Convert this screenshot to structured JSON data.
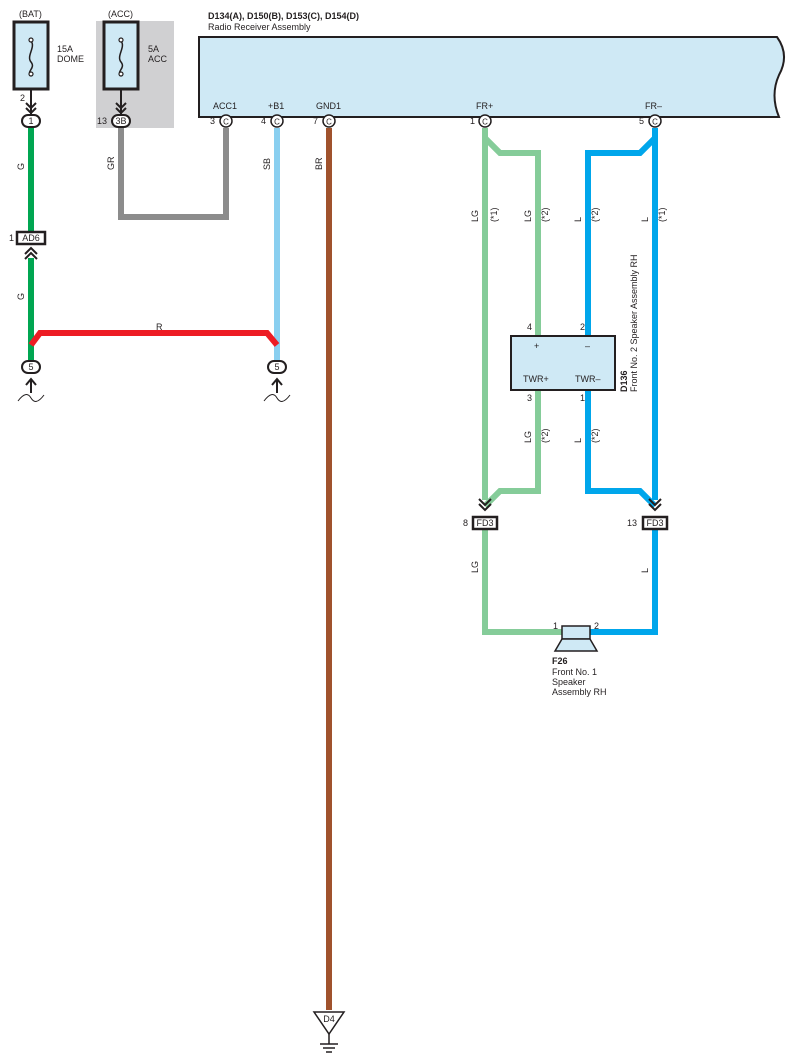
{
  "fuses": {
    "bat": {
      "source": "(BAT)",
      "rating": "15A",
      "name": "DOME",
      "pin": "2",
      "terminal": "1"
    },
    "acc": {
      "source": "(ACC)",
      "rating": "5A",
      "name": "ACC",
      "pin": "13",
      "terminal": "3B"
    }
  },
  "radio": {
    "connectors": "D134(A), D150(B), D153(C), D154(D)",
    "name": "Radio Receiver Assembly",
    "pins": [
      {
        "num": "3",
        "label": "ACC1",
        "conn": "C"
      },
      {
        "num": "4",
        "label": "+B1",
        "conn": "C"
      },
      {
        "num": "7",
        "label": "GND1",
        "conn": "C"
      },
      {
        "num": "1",
        "label": "FR+",
        "conn": "C"
      },
      {
        "num": "5",
        "label": "FR–",
        "conn": "C"
      }
    ]
  },
  "wires": {
    "g1": "G",
    "g2": "G",
    "gr": "GR",
    "sb": "SB",
    "br": "BR",
    "r": "R",
    "lg_1": "LG",
    "lg_2": "LG",
    "lg_3": "LG",
    "lg_4": "LG",
    "l_1": "L",
    "l_2": "L",
    "l_3": "L",
    "l_4": "L",
    "note1": "(*1)",
    "note2": "(*2)"
  },
  "connectors": {
    "ad6": {
      "name": "AD6",
      "pin": "1"
    },
    "j5a": "5",
    "j5b": "5",
    "fd3a": {
      "name": "FD3",
      "pin": "8"
    },
    "fd3b": {
      "name": "FD3",
      "pin": "13"
    }
  },
  "tweeter": {
    "code": "D136",
    "name": "Front No. 2 Speaker Assembly RH",
    "pin_plus": "4",
    "pin_minus": "2",
    "pin_twr_plus": "3",
    "pin_twr_minus": "1",
    "plus": "+",
    "minus": "–",
    "twr_plus": "TWR+",
    "twr_minus": "TWR–"
  },
  "speaker": {
    "code": "F26",
    "name_lines": [
      "Front No.  1",
      "Speaker",
      "Assembly RH"
    ],
    "pin1": "1",
    "pin2": "2"
  },
  "ground": {
    "name": "D4"
  },
  "colors": {
    "green": "#00a651",
    "gray": "#8c8c8c",
    "light_blue": "#89cff0",
    "brown": "#a0522d",
    "red": "#ed1c24",
    "light_green": "#85cc99",
    "blue": "#00a6eb",
    "panel": "#cfe9f5",
    "gray_box": "#d0d0d2"
  }
}
